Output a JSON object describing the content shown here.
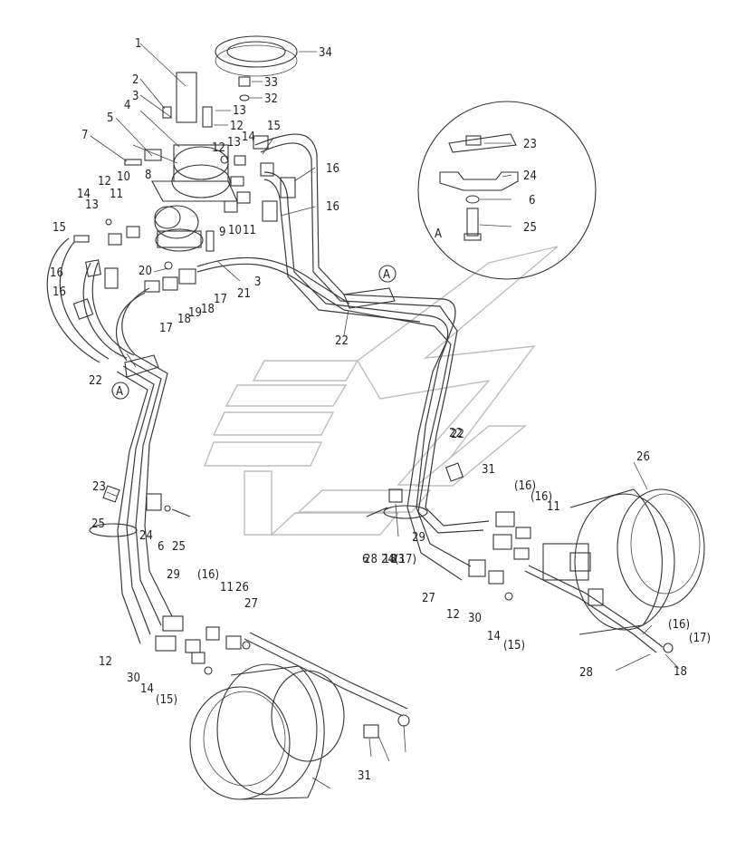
{
  "diagram": {
    "labels": [
      {
        "id": "l-1",
        "text": "1"
      },
      {
        "id": "l-2",
        "text": "2"
      },
      {
        "id": "l-3a",
        "text": "3"
      },
      {
        "id": "l-4",
        "text": "4"
      },
      {
        "id": "l-5",
        "text": "5"
      },
      {
        "id": "l-7",
        "text": "7"
      },
      {
        "id": "l-8",
        "text": "8"
      },
      {
        "id": "l-34",
        "text": "34"
      },
      {
        "id": "l-33",
        "text": "33"
      },
      {
        "id": "l-32",
        "text": "32"
      },
      {
        "id": "l-13a",
        "text": "13"
      },
      {
        "id": "l-12a",
        "text": "12"
      },
      {
        "id": "l-15a",
        "text": "15"
      },
      {
        "id": "l-12b",
        "text": "12"
      },
      {
        "id": "l-13b",
        "text": "13"
      },
      {
        "id": "l-14a",
        "text": "14"
      },
      {
        "id": "l-16a",
        "text": "16"
      },
      {
        "id": "l-16b",
        "text": "16"
      },
      {
        "id": "l-9",
        "text": "9"
      },
      {
        "id": "l-10a",
        "text": "10"
      },
      {
        "id": "l-11a",
        "text": "11"
      },
      {
        "id": "l-12c",
        "text": "12"
      },
      {
        "id": "l-11b",
        "text": "11"
      },
      {
        "id": "l-10b",
        "text": "10"
      },
      {
        "id": "l-14b",
        "text": "14"
      },
      {
        "id": "l-13c",
        "text": "13"
      },
      {
        "id": "l-15b",
        "text": "15"
      },
      {
        "id": "l-16c",
        "text": "16"
      },
      {
        "id": "l-16d",
        "text": "16"
      },
      {
        "id": "l-20",
        "text": "20"
      },
      {
        "id": "l-21",
        "text": "21"
      },
      {
        "id": "l-3b",
        "text": "3"
      },
      {
        "id": "l-17a",
        "text": "17"
      },
      {
        "id": "l-17b",
        "text": "17"
      },
      {
        "id": "l-18a",
        "text": "18"
      },
      {
        "id": "l-19",
        "text": "19"
      },
      {
        "id": "l-18b",
        "text": "18"
      },
      {
        "id": "l-22a",
        "text": "22"
      },
      {
        "id": "l-22b",
        "text": "22"
      },
      {
        "id": "l-A1",
        "text": "A"
      },
      {
        "id": "l-A2",
        "text": "A"
      },
      {
        "id": "l-A3",
        "text": "A"
      },
      {
        "id": "l-23a",
        "text": "23"
      },
      {
        "id": "l-24a",
        "text": "24"
      },
      {
        "id": "l-6a",
        "text": "6"
      },
      {
        "id": "l-25a",
        "text": "25"
      },
      {
        "id": "l-23b",
        "text": "23"
      },
      {
        "id": "l-24b",
        "text": "24"
      },
      {
        "id": "l-6b",
        "text": "6"
      },
      {
        "id": "l-25b",
        "text": "25"
      },
      {
        "id": "l-22c",
        "text": "22"
      },
      {
        "id": "l-23c",
        "text": "23"
      },
      {
        "id": "l-24c",
        "text": "24"
      },
      {
        "id": "l-6c",
        "text": "6"
      },
      {
        "id": "l-25c",
        "text": "25"
      },
      {
        "id": "l-22d",
        "text": "22"
      },
      {
        "id": "l-17c",
        "text": "(17)"
      },
      {
        "id": "l-18c",
        "text": "18"
      },
      {
        "id": "l-28a",
        "text": "28"
      },
      {
        "id": "l-29a",
        "text": "29"
      },
      {
        "id": "l-31a",
        "text": "31"
      },
      {
        "id": "l-16e",
        "text": "(16)"
      },
      {
        "id": "l-16f",
        "text": "(16)"
      },
      {
        "id": "l-11c",
        "text": "11"
      },
      {
        "id": "l-26a",
        "text": "26"
      },
      {
        "id": "l-27a",
        "text": "27"
      },
      {
        "id": "l-12d",
        "text": "12"
      },
      {
        "id": "l-30a",
        "text": "30"
      },
      {
        "id": "l-14c",
        "text": "14"
      },
      {
        "id": "l-15c",
        "text": "(15)"
      },
      {
        "id": "l-16g",
        "text": "(16)"
      },
      {
        "id": "l-17d",
        "text": "(17)"
      },
      {
        "id": "l-18d",
        "text": "18"
      },
      {
        "id": "l-28b",
        "text": "28"
      },
      {
        "id": "l-29b",
        "text": "29"
      },
      {
        "id": "l-16h",
        "text": "(16)"
      },
      {
        "id": "l-11d",
        "text": "11"
      },
      {
        "id": "l-26b",
        "text": "26"
      },
      {
        "id": "l-27b",
        "text": "27"
      },
      {
        "id": "l-12e",
        "text": "12"
      },
      {
        "id": "l-30b",
        "text": "30"
      },
      {
        "id": "l-14d",
        "text": "14"
      },
      {
        "id": "l-15d",
        "text": "(15)"
      },
      {
        "id": "l-31b",
        "text": "31"
      }
    ]
  }
}
